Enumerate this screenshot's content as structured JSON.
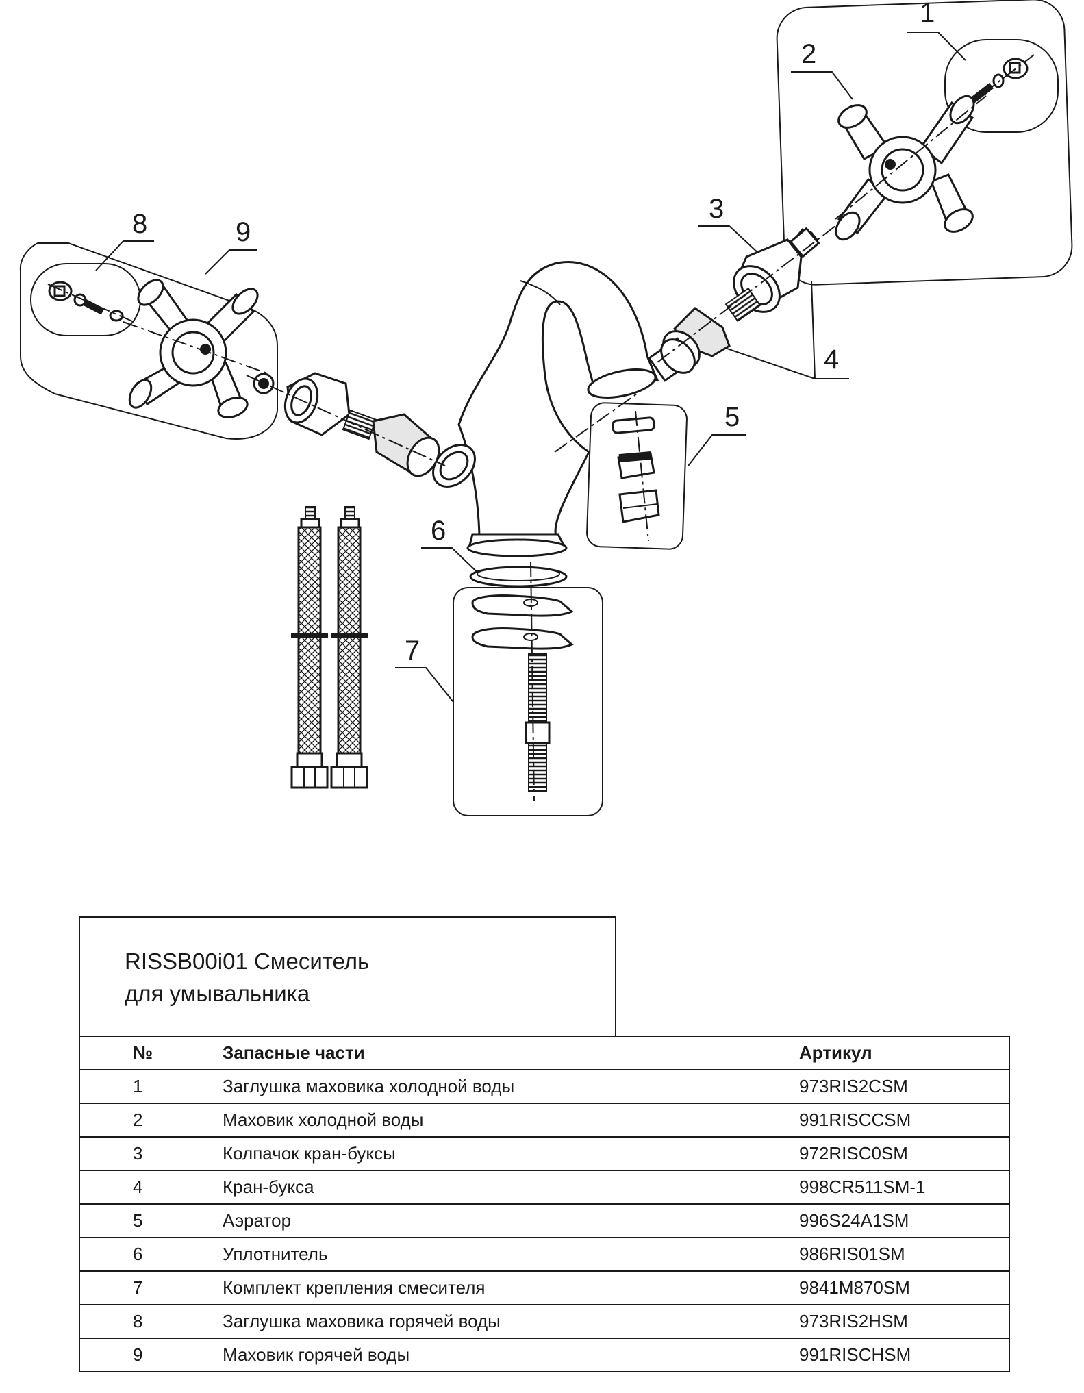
{
  "diagram": {
    "callouts": [
      "1",
      "2",
      "3",
      "4",
      "5",
      "6",
      "7",
      "8",
      "9"
    ]
  },
  "title": {
    "line1": "RISSB00i01 Смеситель",
    "line2": "для умывальника"
  },
  "table": {
    "headers": {
      "num": "№",
      "name": "Запасные части",
      "article": "Артикул"
    },
    "rows": [
      {
        "num": "1",
        "name": "Заглушка маховика холодной воды",
        "article": "973RIS2CSM"
      },
      {
        "num": "2",
        "name": "Маховик холодной воды",
        "article": "991RISCCSM"
      },
      {
        "num": "3",
        "name": "Колпачок кран-буксы",
        "article": "972RISC0SM"
      },
      {
        "num": "4",
        "name": "Кран-букса",
        "article": "998CR511SM-1"
      },
      {
        "num": "5",
        "name": "Аэратор",
        "article": "996S24A1SM"
      },
      {
        "num": "6",
        "name": "Уплотнитель",
        "article": "986RIS01SM"
      },
      {
        "num": "7",
        "name": "Комплект крепления смесителя",
        "article": "9841M870SM"
      },
      {
        "num": "8",
        "name": "Заглушка маховика горячей воды",
        "article": "973RIS2HSM"
      },
      {
        "num": "9",
        "name": "Маховик горячей воды",
        "article": "991RISCHSM"
      }
    ]
  }
}
